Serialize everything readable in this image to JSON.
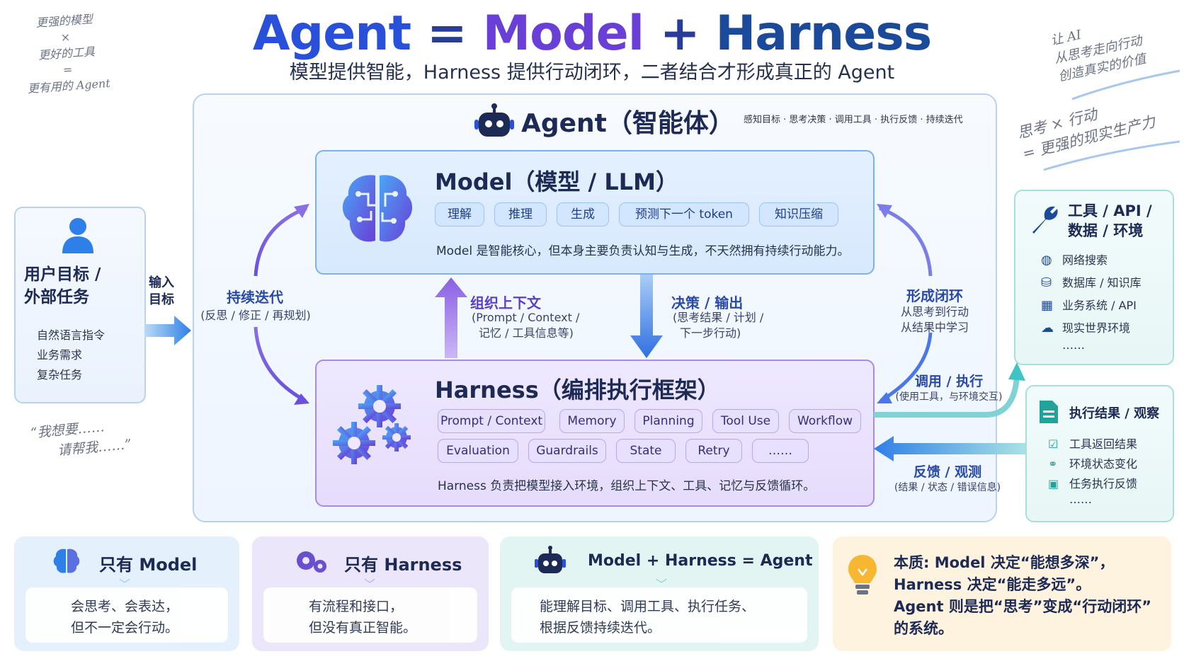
{
  "title": {
    "agent": "Agent",
    "eq": "=",
    "model": "Model",
    "plus": "+",
    "harness": "Harness"
  },
  "subtitle": "模型提供智能，Harness 提供行动闭环，二者结合才形成真正的 Agent",
  "notes": {
    "top_left": [
      "更强的模型",
      "×",
      "更好的工具",
      "=",
      "更有用的 Agent"
    ],
    "top_right_1": [
      "让 AI",
      "从思考走向行动",
      "创造真实的价值"
    ],
    "top_right_2": [
      "思考 × 行动",
      "= 更强的现实生产力"
    ],
    "bottom_left": [
      "“我想要……",
      "请帮我……”"
    ]
  },
  "agent": {
    "title": "Agent（智能体）",
    "tagline": "感知目标 · 思考决策 · 调用工具 · 执行反馈 · 持续迭代",
    "icon": "robot-icon"
  },
  "model": {
    "title": "Model（模型 / LLM）",
    "chips": [
      "理解",
      "推理",
      "生成",
      "预测下一个 token",
      "知识压缩"
    ],
    "desc": "Model 是智能核心，但本身主要负责认知与生成，不天然拥有持续行动能力。",
    "icon": "brain-icon"
  },
  "harness": {
    "title": "Harness（编排执行框架）",
    "chips_row1": [
      "Prompt / Context",
      "Memory",
      "Planning",
      "Tool Use",
      "Workflow"
    ],
    "chips_row2": [
      "Evaluation",
      "Guardrails",
      "State",
      "Retry",
      "……"
    ],
    "desc": "Harness 负责把模型接入环境，组织上下文、工具、记忆与反馈循环。",
    "icon": "gears-icon"
  },
  "flows": {
    "organize": {
      "label": "组织上下文",
      "sub": [
        "(Prompt / Context /",
        "记忆 / 工具信息等)"
      ]
    },
    "decide": {
      "label": "决策 / 输出",
      "sub": [
        "(思考结果 / 计划 /",
        "下一步行动)"
      ]
    },
    "iterate": {
      "label": "持续迭代",
      "sub": "(反思 / 修正 / 再规划)"
    },
    "loop": {
      "label": "形成闭环",
      "sub": [
        "从思考到行动",
        "从结果中学习"
      ]
    },
    "call": {
      "label": "调用 / 执行",
      "sub": "(使用工具，与环境交互)"
    },
    "feedback": {
      "label": "反馈 / 观测",
      "sub": "(结果 / 状态 / 错误信息)"
    },
    "input": {
      "label": [
        "输入",
        "目标"
      ]
    }
  },
  "user_goal": {
    "title": [
      "用户目标 /",
      "外部任务"
    ],
    "items": [
      "自然语言指令",
      "业务需求",
      "复杂任务"
    ],
    "icon": "user-icon"
  },
  "tools": {
    "title": [
      "工具 / API /",
      "数据 / 环境"
    ],
    "items": [
      "网络搜索",
      "数据库 / 知识库",
      "业务系统 / API",
      "现实世界环境",
      "……"
    ],
    "icons": [
      "globe-icon",
      "database-icon",
      "grid-icon",
      "cloud-icon"
    ]
  },
  "results": {
    "title": "执行结果 / 观察",
    "items": [
      "工具返回结果",
      "环境状态变化",
      "任务执行反馈",
      "……"
    ],
    "icons": [
      "check-square-icon",
      "link-icon",
      "feedback-icon"
    ]
  },
  "cards": [
    {
      "title": "只有 Model",
      "text": [
        "会思考、会表达，",
        "但不一定会行动。"
      ],
      "icon": "brain-icon"
    },
    {
      "title": "只有 Harness",
      "text": [
        "有流程和接口，",
        "但没有真正智能。"
      ],
      "icon": "gears-icon"
    },
    {
      "title": "Model + Harness = Agent",
      "text": [
        "能理解目标、调用工具、执行任务、",
        "根据反馈持续迭代。"
      ],
      "icon": "robot-icon"
    },
    {
      "title": "",
      "text": [
        "本质: Model 决定“能想多深”，",
        "Harness 决定“能走多远”。",
        "Agent 则是把“思考”变成“行动闭环”",
        "的系统。"
      ],
      "icon": "bulb-icon"
    }
  ],
  "colors": {
    "agent_blue": "#2850d8",
    "model_purple": "#6a3fd8",
    "harness_navy": "#1c4a9a",
    "teal": "#3ec4c4"
  }
}
